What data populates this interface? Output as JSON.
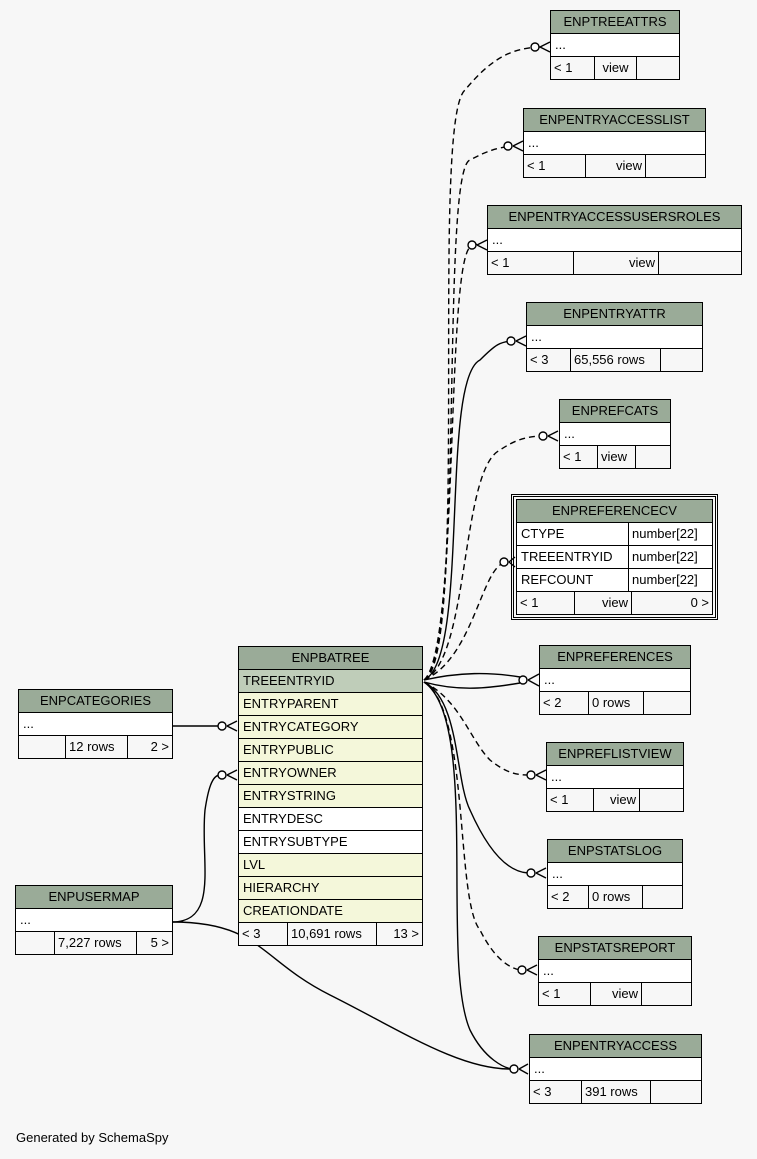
{
  "footer": "Generated by SchemaSpy",
  "tables": {
    "enptreeattrs": {
      "name": "ENPTREEATTRS",
      "rows": [
        "..."
      ],
      "foot": [
        "< 1",
        "view",
        ""
      ]
    },
    "enpentryaccesslist": {
      "name": "ENPENTRYACCESSLIST",
      "rows": [
        "..."
      ],
      "foot": [
        "< 1",
        "view",
        ""
      ]
    },
    "enpentryaccessusersroles": {
      "name": "ENPENTRYACCESSUSERSROLES",
      "rows": [
        "..."
      ],
      "foot": [
        "< 1",
        "view",
        ""
      ]
    },
    "enpentryattr": {
      "name": "ENPENTRYATTR",
      "rows": [
        "..."
      ],
      "foot": [
        "< 3",
        "65,556 rows",
        ""
      ]
    },
    "enprefcats": {
      "name": "ENPREFCATS",
      "rows": [
        "..."
      ],
      "foot": [
        "< 1",
        "view",
        ""
      ]
    },
    "enpreferencecv": {
      "name": "ENPREFERENCECV",
      "columns": [
        {
          "name": "CTYPE",
          "type": "number[22]"
        },
        {
          "name": "TREEENTRYID",
          "type": "number[22]"
        },
        {
          "name": "REFCOUNT",
          "type": "number[22]"
        }
      ],
      "foot": [
        "< 1",
        "view",
        "0 >"
      ]
    },
    "enpreferences": {
      "name": "ENPREFERENCES",
      "rows": [
        "..."
      ],
      "foot": [
        "< 2",
        "0 rows",
        ""
      ]
    },
    "enpreflistview": {
      "name": "ENPREFLISTVIEW",
      "rows": [
        "..."
      ],
      "foot": [
        "< 1",
        "view",
        ""
      ]
    },
    "enpstatslog": {
      "name": "ENPSTATSLOG",
      "rows": [
        "..."
      ],
      "foot": [
        "< 2",
        "0 rows",
        ""
      ]
    },
    "enpstatsreport": {
      "name": "ENPSTATSREPORT",
      "rows": [
        "..."
      ],
      "foot": [
        "< 1",
        "view",
        ""
      ]
    },
    "enpentryaccess": {
      "name": "ENPENTRYACCESS",
      "rows": [
        "..."
      ],
      "foot": [
        "< 3",
        "391 rows",
        ""
      ]
    },
    "enpcategories": {
      "name": "ENPCATEGORIES",
      "rows": [
        "..."
      ],
      "foot": [
        "",
        "12 rows",
        "2 >"
      ]
    },
    "enpusermap": {
      "name": "ENPUSERMAP",
      "rows": [
        "..."
      ],
      "foot": [
        "",
        "7,227 rows",
        "5 >"
      ]
    },
    "enpbatree": {
      "name": "ENPBATREE",
      "columns": [
        "TREEENTRYID",
        "ENTRYPARENT",
        "ENTRYCATEGORY",
        "ENTRYPUBLIC",
        "ENTRYOWNER",
        "ENTRYSTRING",
        "ENTRYDESC",
        "ENTRYSUBTYPE",
        "LVL",
        "HIERARCHY",
        "CREATIONDATE"
      ],
      "foot": [
        "< 3",
        "10,691 rows",
        "13 >"
      ]
    }
  },
  "colors": {
    "header": "#9aab98",
    "fk_row": "#f4f7da",
    "pk_row": "#bfcdb9",
    "background": "#f7f7f7"
  }
}
